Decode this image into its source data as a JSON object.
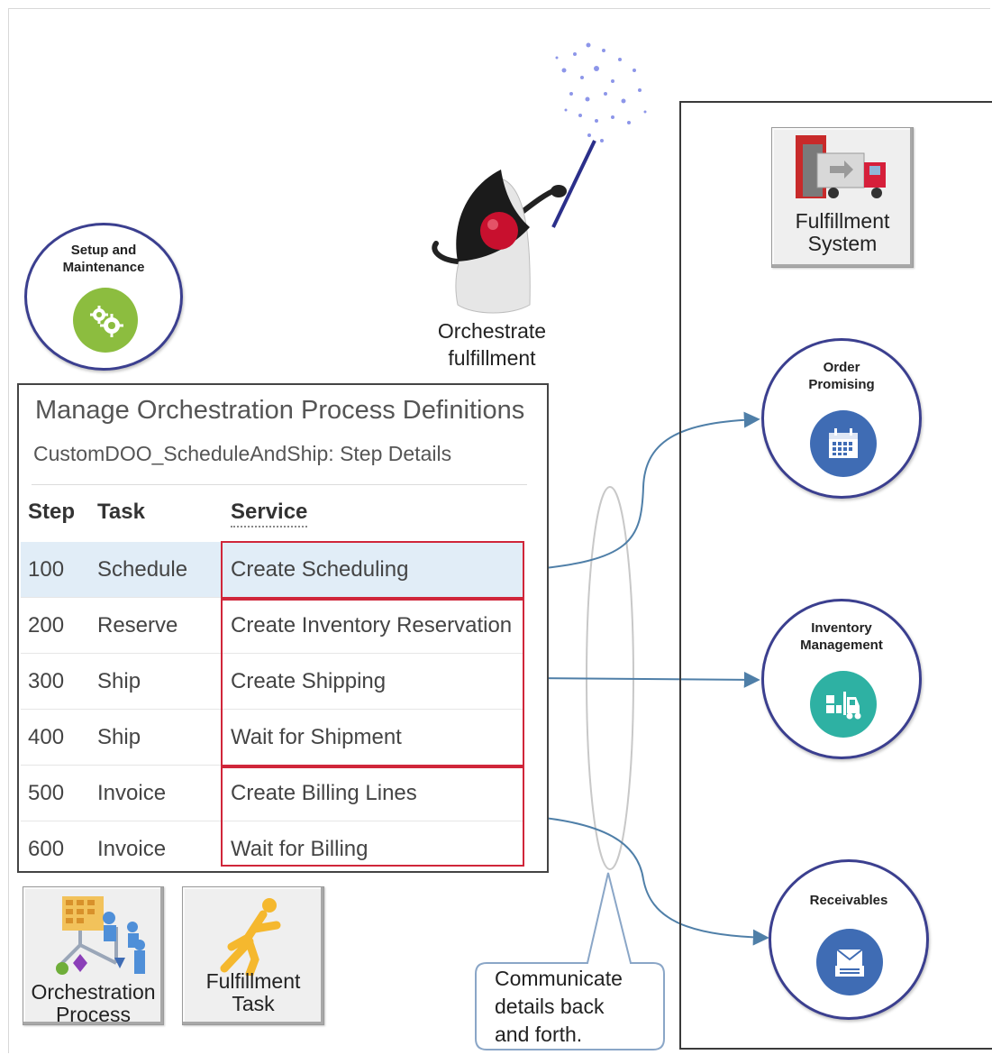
{
  "actor": {
    "label_line1": "Orchestrate",
    "label_line2": "fulfillment"
  },
  "setup": {
    "label_line1": "Setup and",
    "label_line2": "Maintenance",
    "icon": "gears-icon",
    "color": "#8cbd3f"
  },
  "table": {
    "title": "Manage Orchestration Process Definitions",
    "subtitle": "CustomDOO_ScheduleAndShip: Step Details",
    "headers": {
      "step": "Step",
      "task": "Task",
      "service": "Service"
    },
    "rows": [
      {
        "step": "100",
        "task": "Schedule",
        "service": "Create Scheduling",
        "selected": true
      },
      {
        "step": "200",
        "task": "Reserve",
        "service": "Create Inventory Reservation",
        "selected": false
      },
      {
        "step": "300",
        "task": "Ship",
        "service": "Create Shipping",
        "selected": false
      },
      {
        "step": "400",
        "task": "Ship",
        "service": "Wait for Shipment",
        "selected": false
      },
      {
        "step": "500",
        "task": "Invoice",
        "service": "Create Billing Lines",
        "selected": false
      },
      {
        "step": "600",
        "task": "Invoice",
        "service": "Wait for Billing",
        "selected": false
      }
    ]
  },
  "tiles": {
    "orchestration_process": {
      "line1": "Orchestration",
      "line2": "Process"
    },
    "fulfillment_task": {
      "line1": "Fulfillment",
      "line2": "Task"
    },
    "fulfillment_system": {
      "line1": "Fulfillment",
      "line2": "System"
    }
  },
  "services": [
    {
      "line1": "Order",
      "line2": "Promising",
      "icon": "calendar-icon",
      "color": "#3f6cb4"
    },
    {
      "line1": "Inventory",
      "line2": "Management",
      "icon": "forklift-icon",
      "color": "#2eb1a3"
    },
    {
      "line1": "Receivables",
      "line2": "",
      "icon": "envelope-icon",
      "color": "#3f6cb4"
    }
  ],
  "callout": {
    "line1": "Communicate",
    "line2": "details back",
    "line3": "and forth."
  },
  "colors": {
    "highlight_border": "#d0263a",
    "selected_row": "#e1edf7",
    "connector": "#4f7fa8",
    "circle_border": "#3b3f8f"
  }
}
